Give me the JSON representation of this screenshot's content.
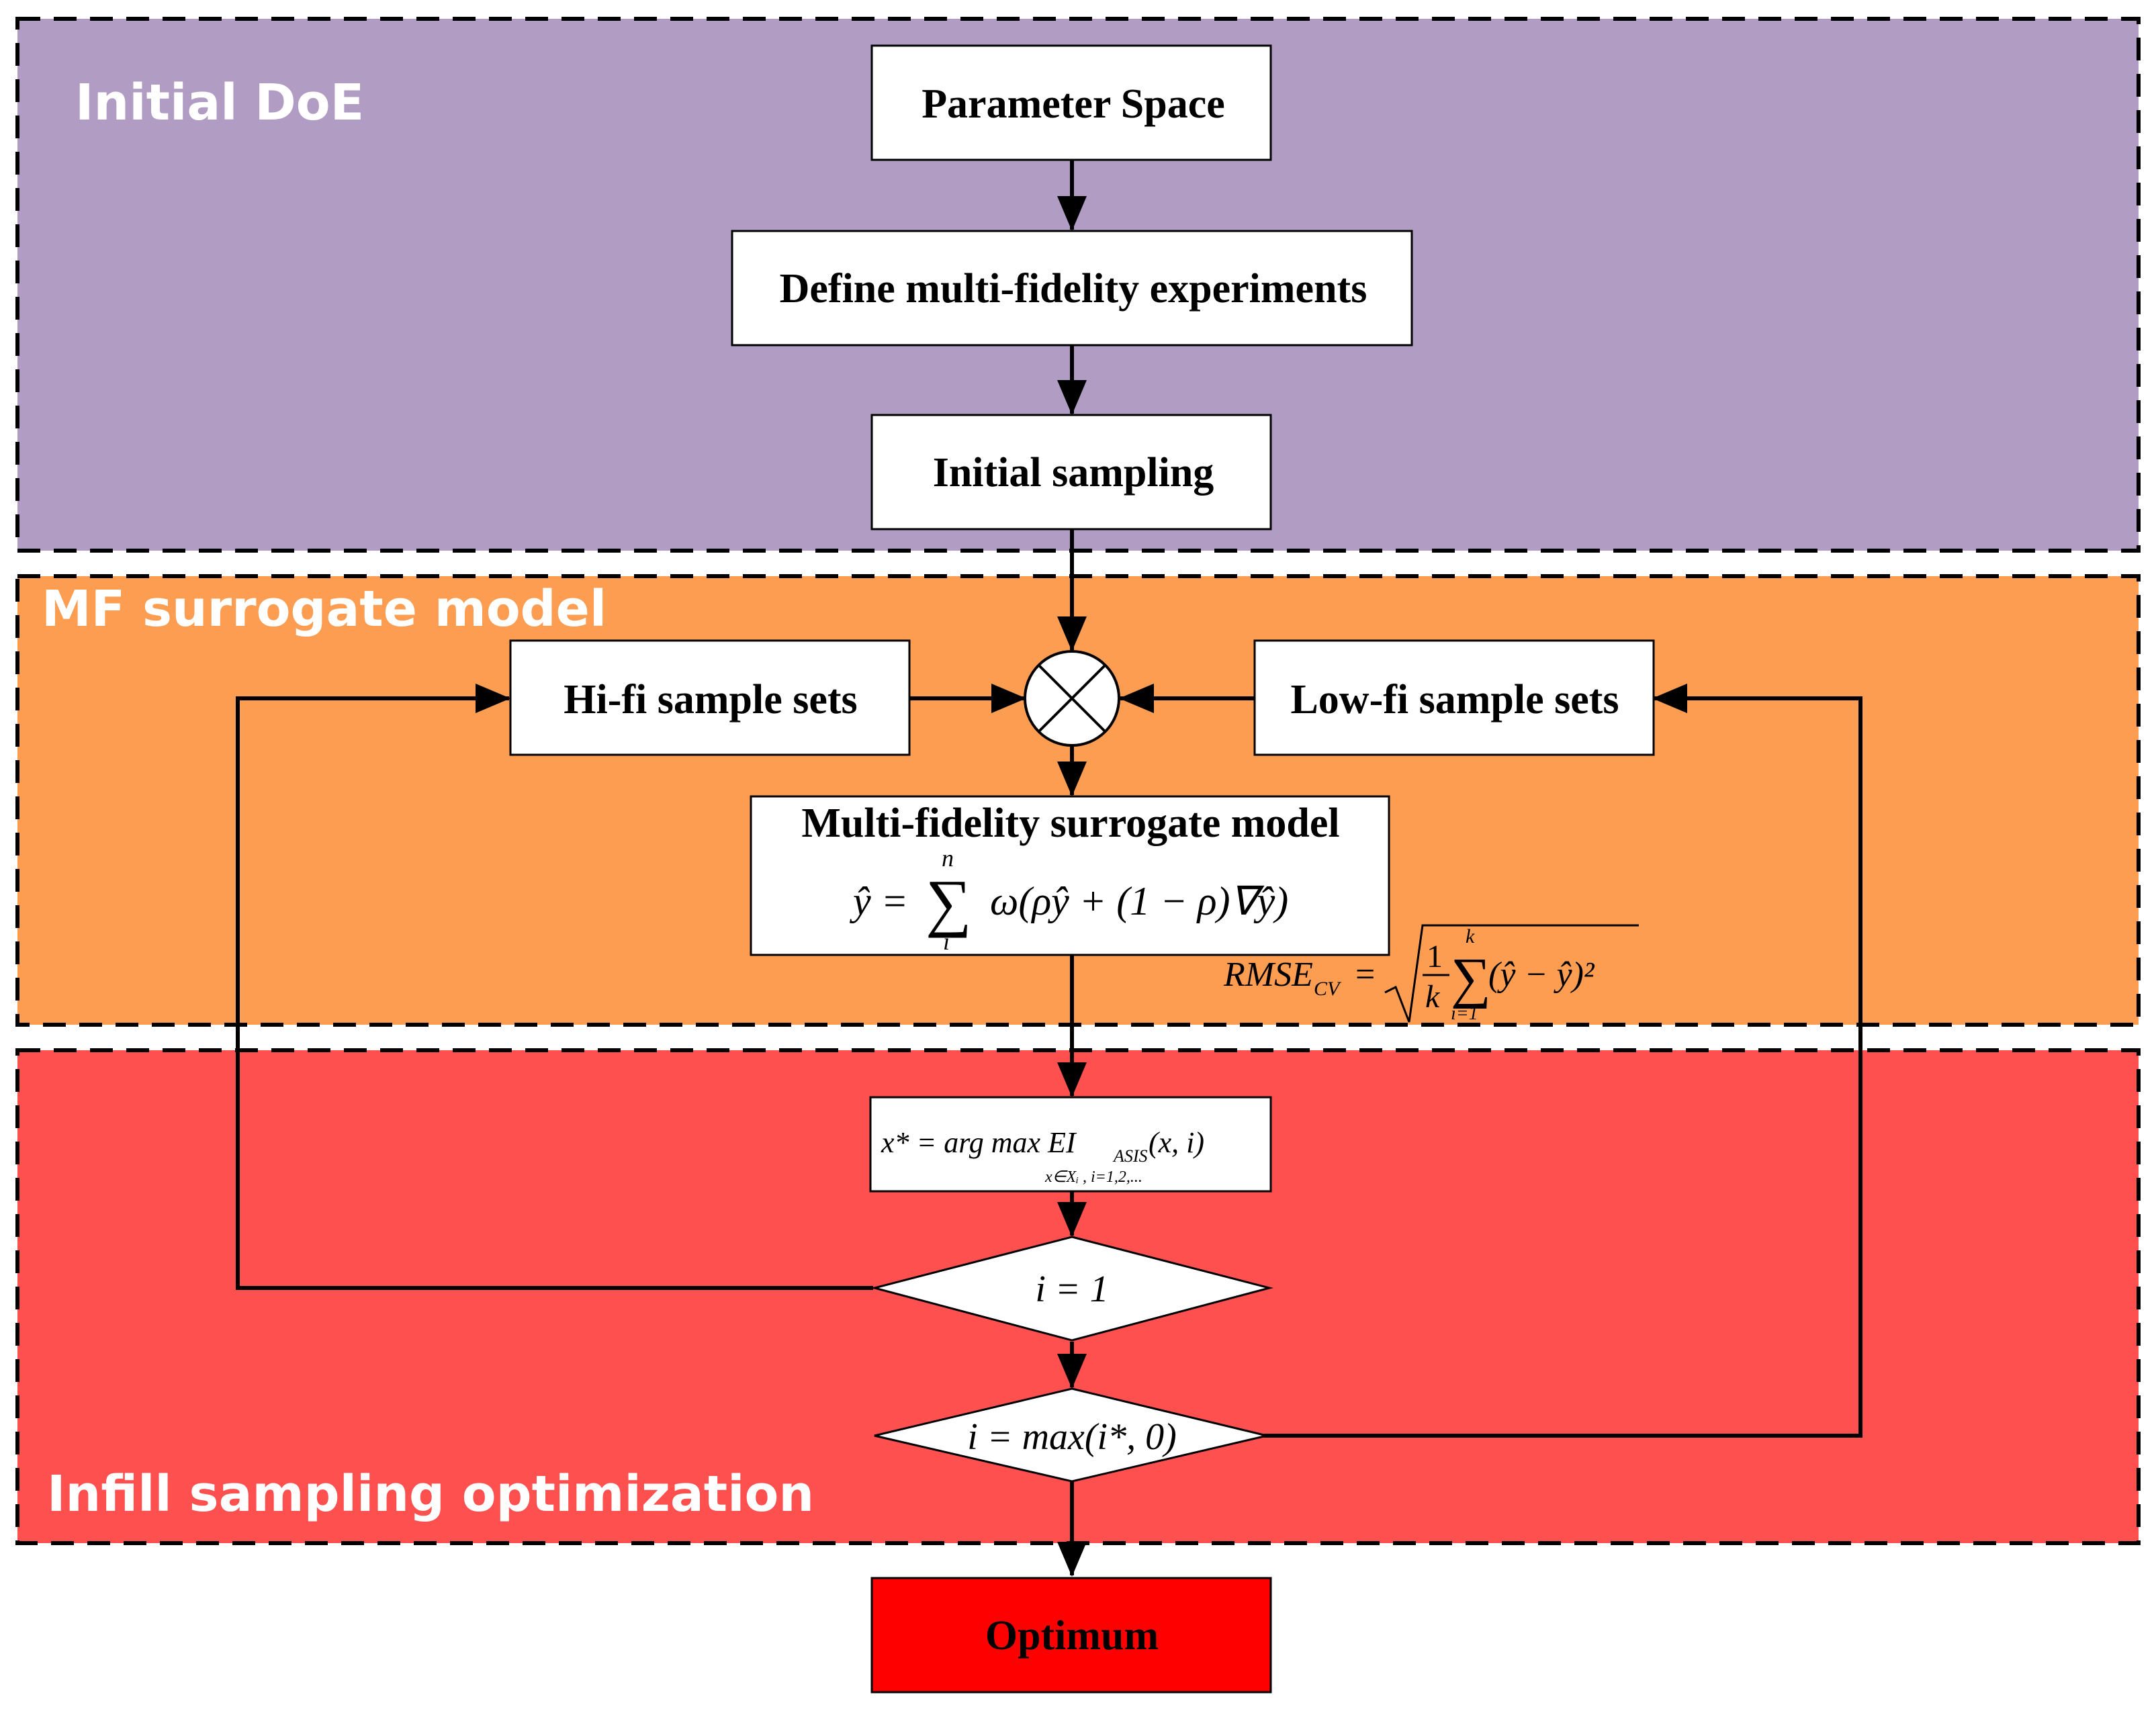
{
  "colors": {
    "initial_doe_fill": "#B19CC4",
    "mf_model_fill": "#FD9D52",
    "infill_fill": "#FF5050",
    "optimum_fill": "#FF0000",
    "box_fill": "#FFFFFF",
    "stroke": "#000000"
  },
  "regions": {
    "initial_doe": {
      "title": "Initial DoE"
    },
    "mf_model": {
      "title": "MF surrogate model"
    },
    "infill": {
      "title": "Infill sampling optimization"
    }
  },
  "nodes": {
    "parameter_space": "Parameter Space",
    "define_experiments": "Define multi-fidelity experiments",
    "initial_sampling": "Initial sampling",
    "hifi_sets": "Hi-fi sample sets",
    "lowfi_sets": "Low-fi sample sets",
    "mf_model_title": "Multi-fidelity surrogate model",
    "optimum": "Optimum"
  },
  "formulas": {
    "surrogate": {
      "lhs": "ŷ =",
      "sum_upper": "n",
      "sum_lower": "i",
      "body": "ω(ρŷ + (1 − ρ)∇ŷ)"
    },
    "rmse": {
      "lhs": "RMSE",
      "lhs_sub": "CV",
      "frac_num": "1",
      "frac_den": "k",
      "sum_upper": "k",
      "sum_lower": "i=1",
      "body": "(ŷ − ŷ)²"
    },
    "infill": {
      "lhs": "x* = arg max EI",
      "sub": "ASIS",
      "body": "(x, i)",
      "under": "x∈Xᵢ , i=1,2,..."
    },
    "decision1": "i = 1",
    "decision2": "i = max(i*, 0)"
  },
  "junction_icon": "summing-junction-icon"
}
